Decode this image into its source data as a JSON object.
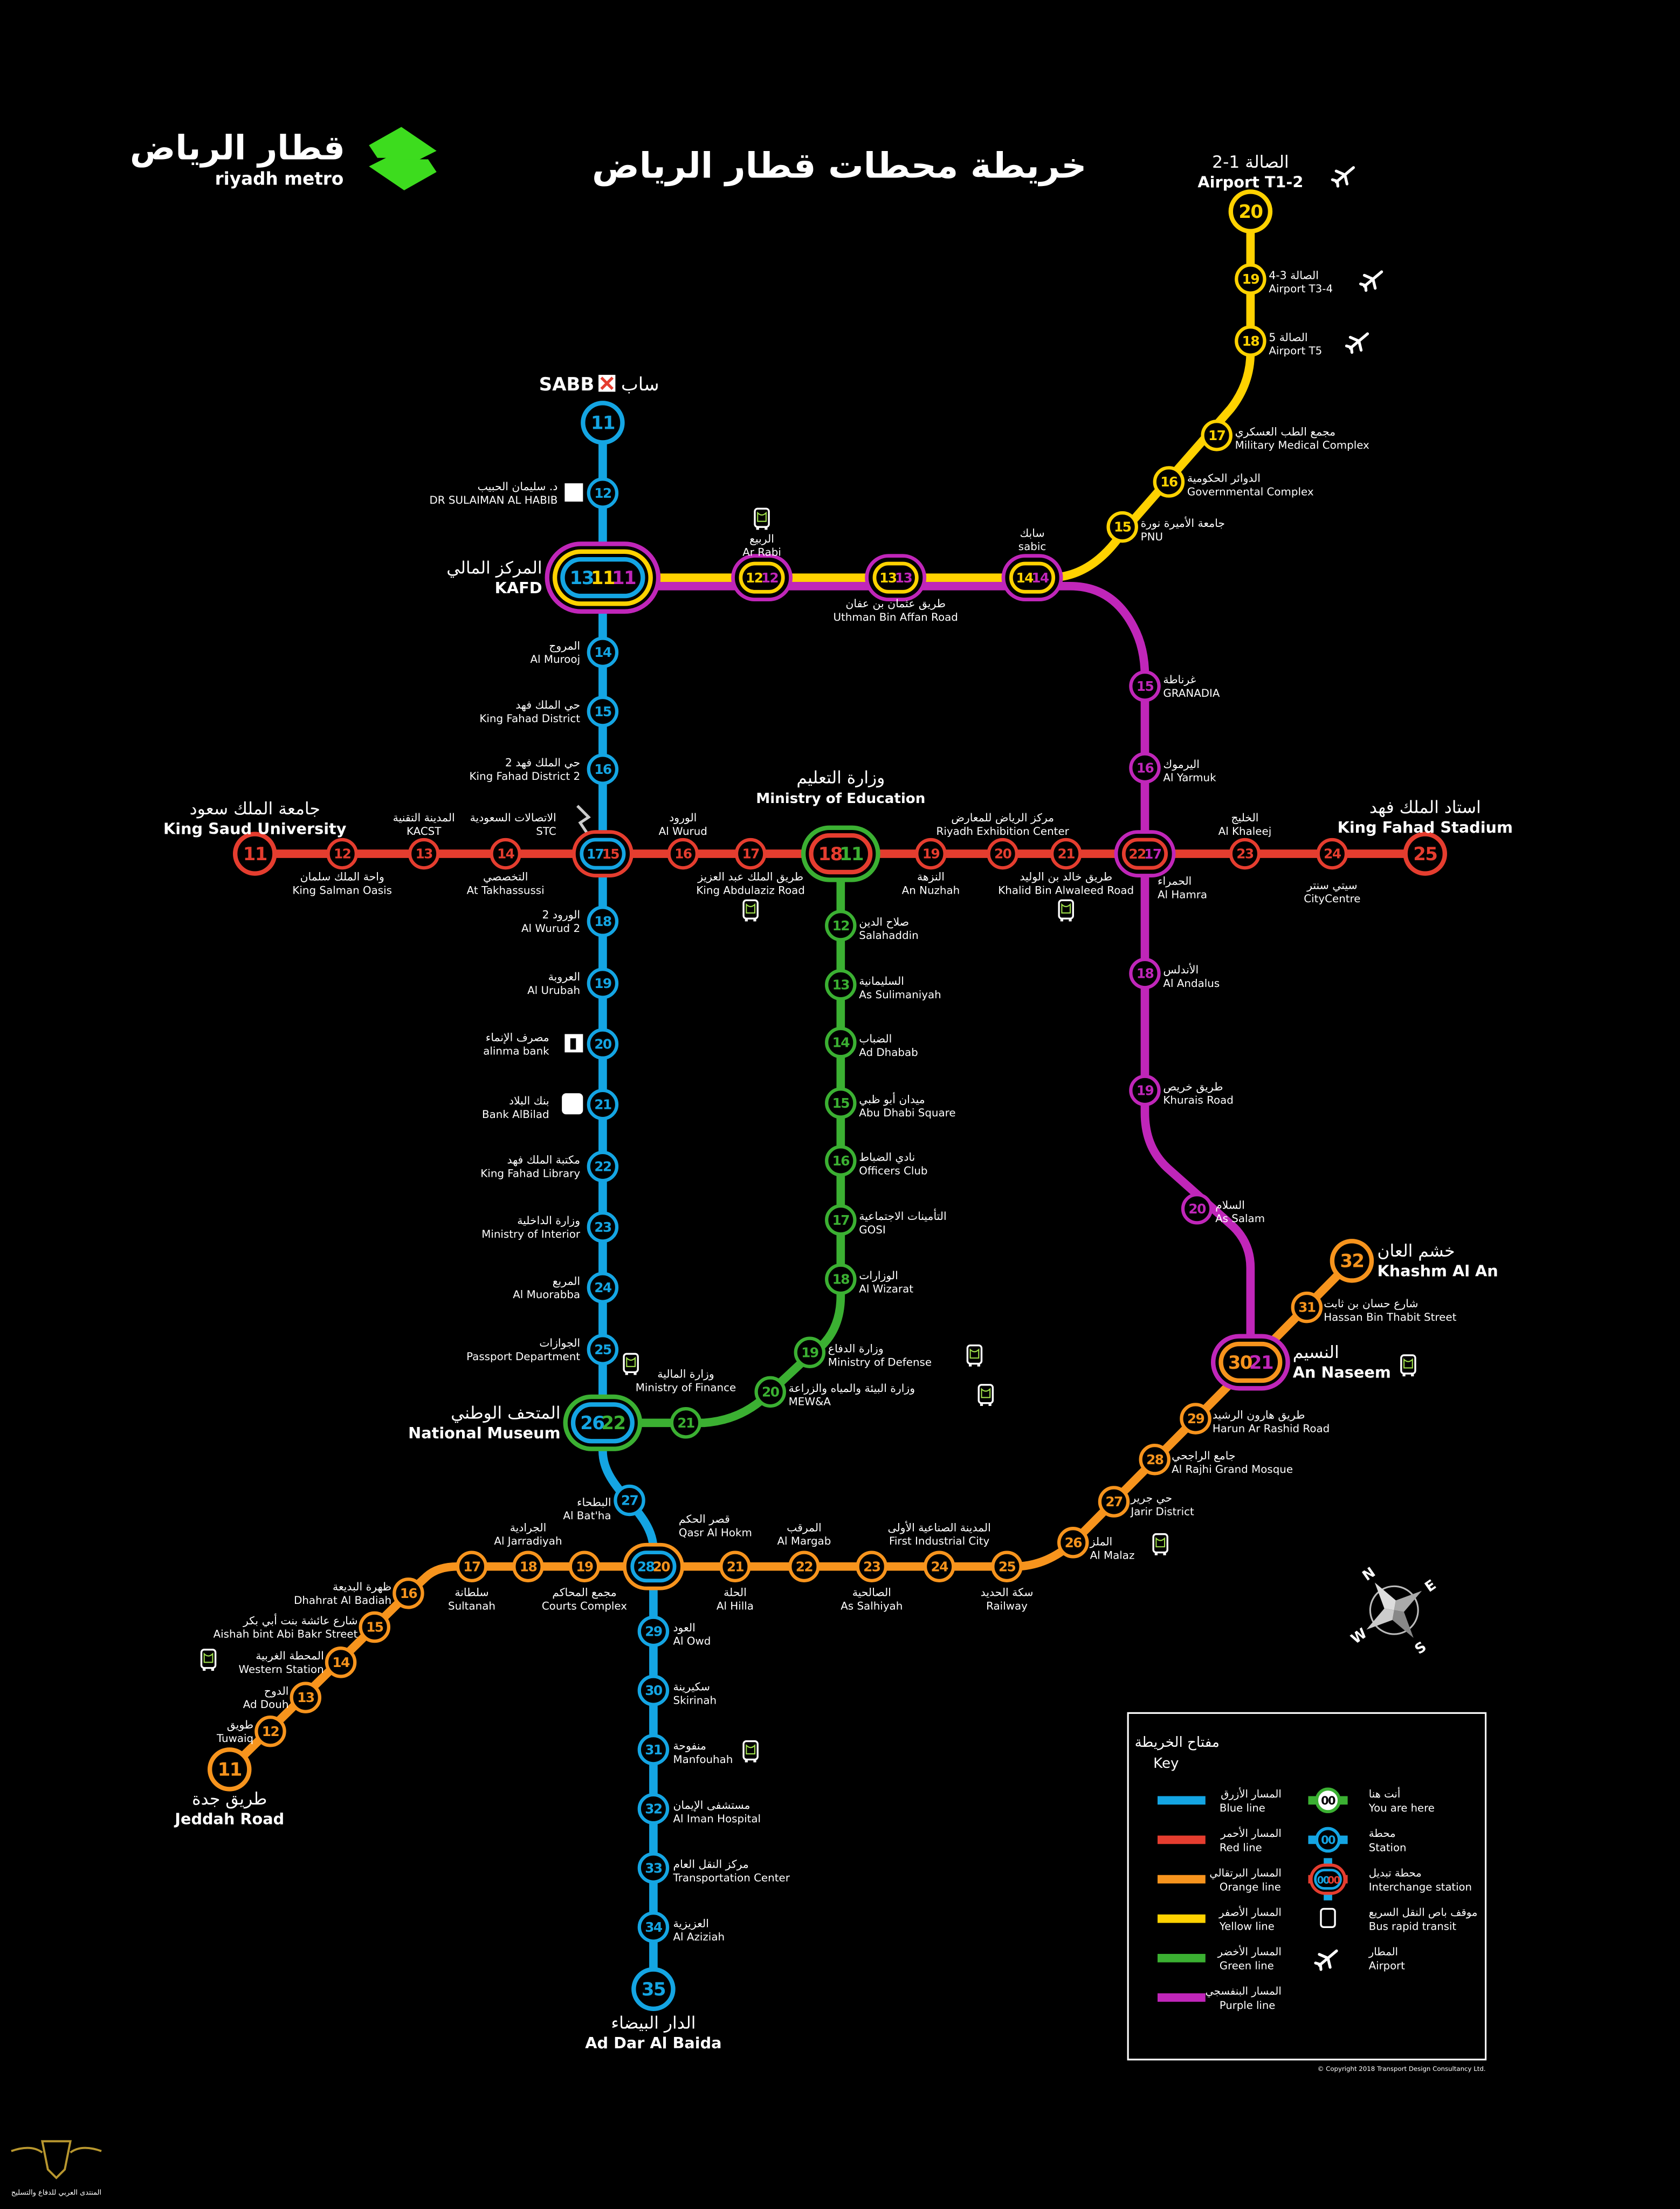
{
  "header": {
    "title": "خريطة محطات قطار الرياض",
    "logo_ar": "قطار الرياض",
    "logo_en": "riyadh metro"
  },
  "lines": [
    {
      "key": "blue",
      "name_ar": "المسار الأزرق",
      "name_en": "Blue line",
      "color": "#14a5e3",
      "stops": [
        [
          "11",
          "sabb"
        ],
        [
          "12",
          "drsh"
        ],
        [
          "13",
          "kafd"
        ],
        [
          "14",
          "murooj"
        ],
        [
          "15",
          "kfd"
        ],
        [
          "16",
          "kfd2"
        ],
        [
          "17",
          "stc"
        ],
        [
          "18",
          "wurud2"
        ],
        [
          "19",
          "urubah"
        ],
        [
          "20",
          "alinma"
        ],
        [
          "21",
          "bilad"
        ],
        [
          "22",
          "kfl"
        ],
        [
          "23",
          "moi"
        ],
        [
          "24",
          "muorabba"
        ],
        [
          "25",
          "passport"
        ],
        [
          "26",
          "museum"
        ],
        [
          "27",
          "batha"
        ],
        [
          "28",
          "qasr"
        ],
        [
          "29",
          "owd"
        ],
        [
          "30",
          "skirinah"
        ],
        [
          "31",
          "manfouhah"
        ],
        [
          "32",
          "iman"
        ],
        [
          "33",
          "transport"
        ],
        [
          "34",
          "aziziah"
        ],
        [
          "35",
          "baida"
        ]
      ]
    },
    {
      "key": "red",
      "name_ar": "المسار الأحمر",
      "name_en": "Red line",
      "color": "#e53d2f",
      "stops": [
        [
          "11",
          "ksu"
        ],
        [
          "12",
          "ksoasis"
        ],
        [
          "13",
          "kacst"
        ],
        [
          "14",
          "takh"
        ],
        [
          "15",
          "stc"
        ],
        [
          "16",
          "wurud"
        ],
        [
          "17",
          "kar"
        ],
        [
          "18",
          "moe"
        ],
        [
          "19",
          "nuzhah"
        ],
        [
          "20",
          "rec"
        ],
        [
          "21",
          "kbw"
        ],
        [
          "22",
          "hamra"
        ],
        [
          "23",
          "khaleej"
        ],
        [
          "24",
          "citycentre"
        ],
        [
          "25",
          "stadium"
        ]
      ]
    },
    {
      "key": "orange",
      "name_ar": "المسار البرتقالي",
      "name_en": "Orange line",
      "color": "#f7941d",
      "stops": [
        [
          "11",
          "jeddah"
        ],
        [
          "12",
          "tuwaiq"
        ],
        [
          "13",
          "douh"
        ],
        [
          "14",
          "western"
        ],
        [
          "15",
          "aishah"
        ],
        [
          "16",
          "dhahrat"
        ],
        [
          "17",
          "sultanah"
        ],
        [
          "18",
          "jarradiyah"
        ],
        [
          "19",
          "courts"
        ],
        [
          "20",
          "qasr"
        ],
        [
          "21",
          "hilla"
        ],
        [
          "22",
          "margab"
        ],
        [
          "23",
          "salhiyah"
        ],
        [
          "24",
          "fic"
        ],
        [
          "25",
          "railway"
        ],
        [
          "26",
          "malaz"
        ],
        [
          "27",
          "jarir"
        ],
        [
          "28",
          "rajhi"
        ],
        [
          "29",
          "harun"
        ],
        [
          "30",
          "naseem"
        ],
        [
          "31",
          "hassan"
        ],
        [
          "32",
          "khashm"
        ]
      ]
    },
    {
      "key": "yellow",
      "name_ar": "المسار الأصفر",
      "name_en": "Yellow line",
      "color": "#ffd200",
      "stops": [
        [
          "11",
          "kafd"
        ],
        [
          "12",
          "rabi"
        ],
        [
          "13",
          "uthman"
        ],
        [
          "14",
          "sabic"
        ],
        [
          "15",
          "pnu"
        ],
        [
          "16",
          "gov"
        ],
        [
          "17",
          "mmc"
        ],
        [
          "18",
          "t5"
        ],
        [
          "19",
          "t34"
        ],
        [
          "20",
          "t12"
        ]
      ]
    },
    {
      "key": "green",
      "name_ar": "المسار الأخضر",
      "name_en": "Green line",
      "color": "#3bb032",
      "stops": [
        [
          "11",
          "moe"
        ],
        [
          "12",
          "salahaddin"
        ],
        [
          "13",
          "sulimaniyah"
        ],
        [
          "14",
          "dhabab"
        ],
        [
          "15",
          "abudhabi"
        ],
        [
          "16",
          "officers"
        ],
        [
          "17",
          "gosi"
        ],
        [
          "18",
          "wizarat"
        ],
        [
          "19",
          "mod"
        ],
        [
          "20",
          "mewa"
        ],
        [
          "21",
          "mof"
        ],
        [
          "22",
          "museum"
        ]
      ]
    },
    {
      "key": "purple",
      "name_ar": "المسار البنفسجي",
      "name_en": "Purple line",
      "color": "#c026b9",
      "stops": [
        [
          "11",
          "kafd"
        ],
        [
          "12",
          "rabi"
        ],
        [
          "13",
          "uthman"
        ],
        [
          "14",
          "sabic"
        ],
        [
          "15",
          "granadia"
        ],
        [
          "16",
          "yarmuk"
        ],
        [
          "17",
          "hamra"
        ],
        [
          "18",
          "andalus"
        ],
        [
          "19",
          "khurais"
        ],
        [
          "20",
          "salam"
        ],
        [
          "21",
          "naseem"
        ]
      ]
    }
  ],
  "stations": {
    "sabb": {
      "ar": "ساب",
      "en": "SABB"
    },
    "drsh": {
      "ar": "د. سليمان الحبيب",
      "en": "DR SULAIMAN AL HABIB"
    },
    "kafd": {
      "ar": "المركز المالي",
      "en": "KAFD"
    },
    "murooj": {
      "ar": "المروج",
      "en": "Al Murooj"
    },
    "kfd": {
      "ar": "حي الملك فهد",
      "en": "King Fahad District"
    },
    "kfd2": {
      "ar": "حي الملك فهد 2",
      "en": "King Fahad District 2"
    },
    "stc": {
      "ar": "الاتصالات السعودية",
      "en": "STC"
    },
    "wurud2": {
      "ar": "الورود 2",
      "en": "Al Wurud 2"
    },
    "urubah": {
      "ar": "العروبة",
      "en": "Al Urubah"
    },
    "alinma": {
      "ar": "مصرف الإنماء",
      "en": "alinma bank"
    },
    "bilad": {
      "ar": "بنك البلاد",
      "en": "Bank AlBilad"
    },
    "kfl": {
      "ar": "مكتبة الملك فهد",
      "en": "King Fahad Library"
    },
    "moi": {
      "ar": "وزارة الداخلية",
      "en": "Ministry of Interior"
    },
    "muorabba": {
      "ar": "المربع",
      "en": "Al Muorabba"
    },
    "passport": {
      "ar": "الجوازات",
      "en": "Passport Department"
    },
    "museum": {
      "ar": "المتحف الوطني",
      "en": "National Museum"
    },
    "batha": {
      "ar": "البطحاء",
      "en": "Al Bat'ha"
    },
    "qasr": {
      "ar": "قصر الحكم",
      "en": "Qasr Al Hokm"
    },
    "owd": {
      "ar": "العود",
      "en": "Al Owd"
    },
    "skirinah": {
      "ar": "سكيرينة",
      "en": "Skirinah"
    },
    "manfouhah": {
      "ar": "منفوحة",
      "en": "Manfouhah"
    },
    "iman": {
      "ar": "مستشفى الإيمان",
      "en": "Al Iman Hospital"
    },
    "transport": {
      "ar": "مركز النقل العام",
      "en": "Transportation Center"
    },
    "aziziah": {
      "ar": "العزيزية",
      "en": "Al Aziziah"
    },
    "baida": {
      "ar": "الدار البيضاء",
      "en": "Ad Dar Al Baida"
    },
    "ksu": {
      "ar": "جامعة الملك سعود",
      "en": "King Saud University"
    },
    "ksoasis": {
      "ar": "واحة الملك سلمان",
      "en": "King Salman Oasis"
    },
    "kacst": {
      "ar": "المدينة التقنية",
      "en": "KACST"
    },
    "takh": {
      "ar": "التخصصي",
      "en": "At Takhassussi"
    },
    "wurud": {
      "ar": "الورود",
      "en": "Al Wurud"
    },
    "kar": {
      "ar": "طريق الملك عبد العزيز",
      "en": "King Abdulaziz Road"
    },
    "moe": {
      "ar": "وزارة التعليم",
      "en": "Ministry of Education"
    },
    "nuzhah": {
      "ar": "النزهة",
      "en": "An Nuzhah"
    },
    "rec": {
      "ar": "مركز الرياض للمعارض",
      "en": "Riyadh Exhibition Center"
    },
    "kbw": {
      "ar": "طريق خالد بن الوليد",
      "en": "Khalid Bin Alwaleed Road"
    },
    "hamra": {
      "ar": "الحمراء",
      "en": "Al Hamra"
    },
    "khaleej": {
      "ar": "الخليج",
      "en": "Al Khaleej"
    },
    "citycentre": {
      "ar": "سيتي سنتر",
      "en": "CityCentre"
    },
    "stadium": {
      "ar": "استاد الملك فهد",
      "en": "King Fahad Stadium"
    },
    "jeddah": {
      "ar": "طريق جدة",
      "en": "Jeddah Road"
    },
    "tuwaiq": {
      "ar": "طويق",
      "en": "Tuwaiq"
    },
    "douh": {
      "ar": "الدوح",
      "en": "Ad Douh"
    },
    "western": {
      "ar": "المحطة الغربية",
      "en": "Western Station"
    },
    "aishah": {
      "ar": "شارع عائشة بنت أبي بكر",
      "en": "Aishah bint Abi Bakr Street"
    },
    "dhahrat": {
      "ar": "ظهرة البديعة",
      "en": "Dhahrat Al Badiah"
    },
    "sultanah": {
      "ar": "سلطانة",
      "en": "Sultanah"
    },
    "jarradiyah": {
      "ar": "الجرادية",
      "en": "Al Jarradiyah"
    },
    "courts": {
      "ar": "مجمع المحاكم",
      "en": "Courts Complex"
    },
    "hilla": {
      "ar": "الحلة",
      "en": "Al Hilla"
    },
    "margab": {
      "ar": "المرقب",
      "en": "Al Margab"
    },
    "salhiyah": {
      "ar": "الصالحية",
      "en": "As Salhiyah"
    },
    "fic": {
      "ar": "المدينة الصناعية الأولى",
      "en": "First Industrial City"
    },
    "railway": {
      "ar": "سكة الحديد",
      "en": "Railway"
    },
    "malaz": {
      "ar": "الملز",
      "en": "Al Malaz"
    },
    "jarir": {
      "ar": "حي جرير",
      "en": "Jarir District"
    },
    "rajhi": {
      "ar": "جامع الراجحي",
      "en": "Al Rajhi Grand Mosque"
    },
    "harun": {
      "ar": "طريق هارون الرشيد",
      "en": "Harun Ar Rashid Road"
    },
    "naseem": {
      "ar": "النسيم",
      "en": "An Naseem"
    },
    "hassan": {
      "ar": "شارع حسان بن ثابت",
      "en": "Hassan Bin Thabit Street"
    },
    "khashm": {
      "ar": "خشم العان",
      "en": "Khashm Al An"
    },
    "rabi": {
      "ar": "الربيع",
      "en": "Ar Rabi"
    },
    "uthman": {
      "ar": "طريق عثمان بن عفان",
      "en": "Uthman Bin Affan Road"
    },
    "sabic": {
      "ar": "سابك",
      "en": "sabic"
    },
    "pnu": {
      "ar": "جامعة الأميرة نورة",
      "en": "PNU"
    },
    "gov": {
      "ar": "الدوائر الحكومية",
      "en": "Governmental Complex"
    },
    "mmc": {
      "ar": "مجمع الطب العسكري",
      "en": "Military Medical Complex"
    },
    "t5": {
      "ar": "الصالة 5",
      "en": "Airport T5"
    },
    "t34": {
      "ar": "الصالة 3-4",
      "en": "Airport T3-4"
    },
    "t12": {
      "ar": "الصالة 1-2",
      "en": "Airport T1-2"
    },
    "salahaddin": {
      "ar": "صلاح الدين",
      "en": "Salahaddin"
    },
    "sulimaniyah": {
      "ar": "السليمانية",
      "en": "As Sulimaniyah"
    },
    "dhabab": {
      "ar": "الضباب",
      "en": "Ad Dhabab"
    },
    "abudhabi": {
      "ar": "ميدان أبو ظبي",
      "en": "Abu Dhabi Square"
    },
    "officers": {
      "ar": "نادي الضباط",
      "en": "Officers Club"
    },
    "gosi": {
      "ar": "التأمينات الاجتماعية",
      "en": "GOSI"
    },
    "wizarat": {
      "ar": "الوزارات",
      "en": "Al Wizarat"
    },
    "mod": {
      "ar": "وزارة الدفاع",
      "en": "Ministry of Defense"
    },
    "mewa": {
      "ar": "وزارة البيئة والمياه والزراعة",
      "en": "MEW&A"
    },
    "mof": {
      "ar": "وزارة المالية",
      "en": "Ministry of Finance"
    },
    "granadia": {
      "ar": "غرناطة",
      "en": "GRANADIA"
    },
    "yarmuk": {
      "ar": "اليرموك",
      "en": "Al Yarmuk"
    },
    "andalus": {
      "ar": "الأندلس",
      "en": "Al Andalus"
    },
    "khurais": {
      "ar": "طريق خريص",
      "en": "Khurais Road"
    },
    "salam": {
      "ar": "السلام",
      "en": "As Salam"
    }
  },
  "key": {
    "title_ar": "مفتاح الخريطة",
    "title_en": "Key",
    "symbols": [
      {
        "ar": "أنت هنا",
        "en": "You are here",
        "sample": "00"
      },
      {
        "ar": "محطة",
        "en": "Station",
        "sample": "00"
      },
      {
        "ar": "محطة تبديل",
        "en": "Interchange station",
        "sample": "00"
      },
      {
        "ar": "موقف باص النقل السريع",
        "en": "Bus rapid transit"
      },
      {
        "ar": "المطار",
        "en": "Airport"
      }
    ]
  },
  "compass": {
    "n": "N",
    "e": "E",
    "s": "S",
    "w": "W"
  },
  "copyright": "© Copyright 2018 Transport Design Consultancy Ltd.",
  "watermark": "المنتدى العربي للدفاع والتسليح"
}
